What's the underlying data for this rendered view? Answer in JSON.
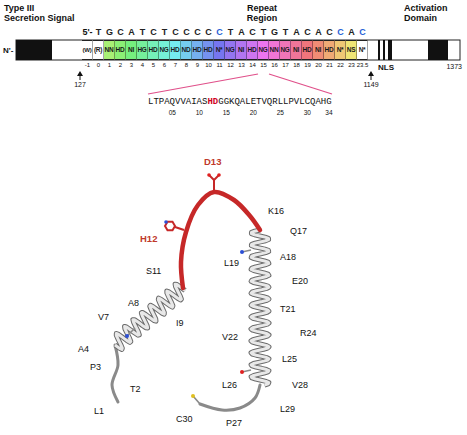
{
  "diagram": {
    "nodes": [
      {
        "text": [
          "(W)"
        ]
      },
      {
        "text": [
          "(R)"
        ]
      },
      {
        "text": [
          "NN"
        ]
      },
      {
        "text": [
          "HD"
        ]
      },
      {
        "text": [
          "NI"
        ]
      },
      {
        "text": [
          "HG"
        ]
      },
      {
        "text": [
          "HD"
        ]
      },
      {
        "text": [
          "NG"
        ]
      },
      {
        "text": [
          "HD"
        ]
      },
      {
        "text": [
          "ND"
        ]
      },
      {
        "text": [
          "HD"
        ]
      },
      {
        "text": [
          "HD"
        ]
      },
      {
        "text": [
          "N*"
        ]
      },
      {
        "text": [
          "NG"
        ]
      },
      {
        "text": [
          "NI"
        ]
      },
      {
        "text": [
          "HD"
        ]
      },
      {
        "text": [
          "NG"
        ]
      },
      {
        "text": [
          "NN"
        ]
      },
      {
        "text": [
          "NG"
        ]
      },
      {
        "text": [
          "NI"
        ]
      },
      {
        "text": [
          "HD"
        ]
      },
      {
        "text": [
          "NI"
        ]
      },
      {
        "text": [
          "HD"
        ]
      },
      {
        "text": [
          "N*"
        ]
      },
      {
        "text": [
          "NS"
        ]
      },
      {
        "text": [
          "N*"
        ]
      }
    ],
    "labels": [
      "N'-",
      "Type III Secretion Signal",
      "Repeat Region",
      "NLS",
      "Activation Domain",
      "5'-",
      "T",
      "G",
      "C",
      "A",
      "T",
      "C",
      "T",
      "C",
      "C",
      "C",
      "C",
      "C",
      "T",
      "A",
      "C",
      "T",
      "G",
      "T",
      "A",
      "C",
      "A",
      "C",
      "C",
      "A",
      "C",
      "-1",
      "0",
      "1",
      "2",
      "3",
      "4",
      "5",
      "6",
      "7",
      "8",
      "9",
      "10",
      "11",
      "12",
      "13",
      "14",
      "15",
      "16",
      "17",
      "18",
      "19",
      "20",
      "21",
      "22",
      "23",
      "23.5",
      "127",
      "1149",
      "1373",
      "LTPAQVVAIAS",
      "HD",
      "GGKQALETVQRLLPVLCQAHG",
      "05",
      "10",
      "15",
      "20",
      "25",
      "30",
      "34",
      "D13",
      "H12",
      "K16",
      "Q17",
      "S11",
      "L19",
      "A18",
      "E20",
      "V7",
      "A8",
      "I9",
      "T21",
      "R24",
      "A4",
      "V22",
      "L25",
      "P3",
      "L26",
      "V28",
      "T2",
      "L1",
      "P27",
      "L29",
      "C30"
    ]
  }
}
